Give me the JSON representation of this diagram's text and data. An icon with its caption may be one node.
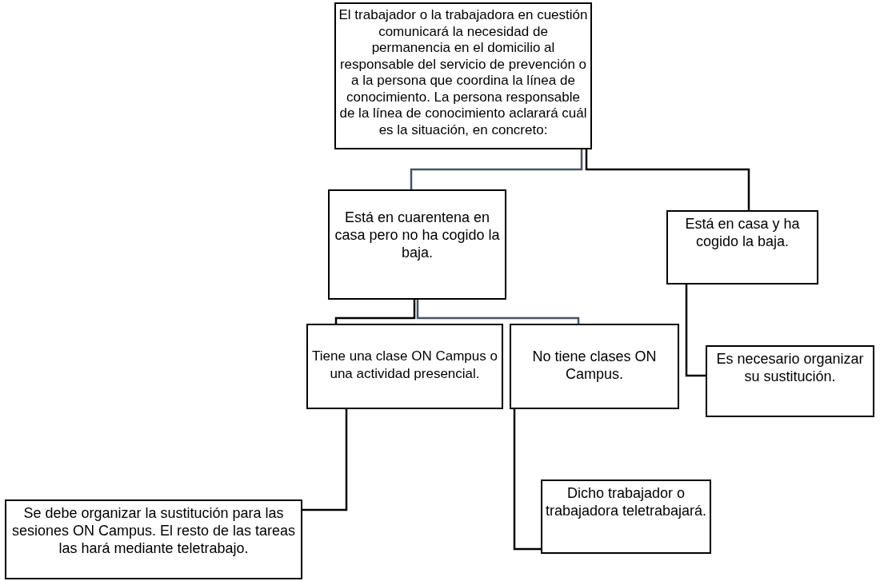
{
  "diagram": {
    "nodes": [
      {
        "text": [
          "El trabajador o la trabajadora en cuestión comunicará la necesidad de permanencia en el domicilio al responsable del servicio de prevención o a la persona que coordina la línea de conocimiento. La persona responsable de la línea de conocimiento aclarará cuál es la situación, en concreto:"
        ]
      },
      {
        "text": [
          "Está en cuarentena en casa pero no ha cogido la baja."
        ]
      },
      {
        "text": [
          "Está en casa y ha cogido la baja."
        ]
      },
      {
        "text": [
          "Tiene una clase ON Campus o una actividad presencial."
        ]
      },
      {
        "text": [
          "No tiene clases ON Campus."
        ]
      },
      {
        "text": [
          "Es necesario organizar su sustitución."
        ]
      },
      {
        "text": [
          "Se debe organizar la sustitución para las sesiones ON Campus. El resto de las tareas las hará mediante teletrabajo."
        ]
      },
      {
        "text": [
          "Dicho trabajador o trabajadora teletrabajará."
        ]
      }
    ],
    "edges": [
      {
        "from": 0,
        "to": 1,
        "arrow": "none",
        "color": "#44546a"
      },
      {
        "from": 0,
        "to": 2,
        "arrow": "none"
      },
      {
        "from": 1,
        "to": 3,
        "arrow": "none"
      },
      {
        "from": 1,
        "to": 4,
        "arrow": "none",
        "color": "#44546a"
      },
      {
        "from": 2,
        "to": 5,
        "arrow": "none"
      },
      {
        "from": 3,
        "to": 6,
        "arrow": "none"
      },
      {
        "from": 4,
        "to": 7,
        "arrow": "none"
      }
    ]
  }
}
